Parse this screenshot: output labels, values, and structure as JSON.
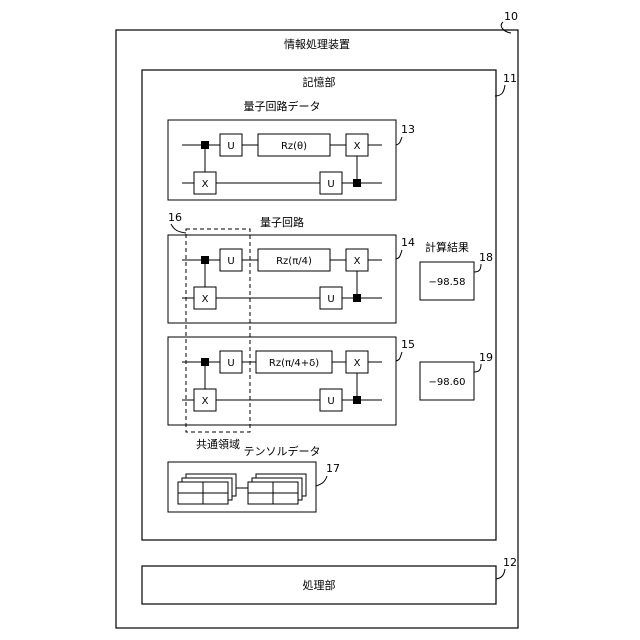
{
  "device": {
    "title": "情報処理装置",
    "ref": "10"
  },
  "storage": {
    "title": "記憶部",
    "ref": "11"
  },
  "processing": {
    "title": "処理部",
    "ref": "12"
  },
  "circuit_data": {
    "title": "量子回路データ",
    "ref": "13",
    "gates": {
      "u1": "U",
      "rz": "Rz(θ)",
      "x_top": "X",
      "x_bottom": "X",
      "u2": "U"
    }
  },
  "circuits_section": {
    "title": "量子回路"
  },
  "circuit_a": {
    "ref": "14",
    "gates": {
      "u1": "U",
      "rz": "Rz(π/4)",
      "x_top": "X",
      "x_bottom": "X",
      "u2": "U"
    }
  },
  "circuit_b": {
    "ref": "15",
    "gates": {
      "u1": "U",
      "rz": "Rz(π/4+δ)",
      "x_top": "X",
      "x_bottom": "X",
      "u2": "U"
    }
  },
  "common_region": {
    "title": "共通領域",
    "ref": "16"
  },
  "tensor_data": {
    "title": "テンソルデータ",
    "ref": "17"
  },
  "results": {
    "title": "計算結果",
    "result_a": {
      "value": "−98.58",
      "ref": "18"
    },
    "result_b": {
      "value": "−98.60",
      "ref": "19"
    }
  }
}
